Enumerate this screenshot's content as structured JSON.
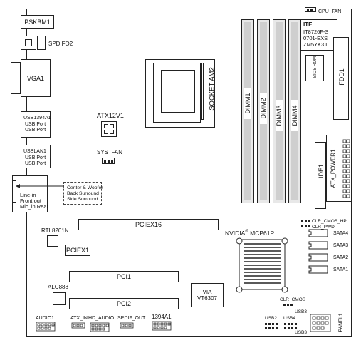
{
  "board": {
    "cpu_fan": "CPU_FAN",
    "pskbm": "PSKBM1",
    "spdif_o": "SPDIFO2",
    "vga": "VGA1",
    "usb1394": {
      "name": "USB1394A1",
      "lines": [
        "USB Port",
        "USB Port"
      ]
    },
    "usblan": {
      "name": "USBLAN1",
      "lines": [
        "USB Port",
        "USB Port"
      ]
    },
    "audio_jack": {
      "lines": [
        "Line-in",
        "Front out",
        "Mic_in Rear"
      ]
    },
    "audio_callout": [
      "Center & Woofer",
      "Back Surround",
      "Side Surround"
    ],
    "socket": "SOCKET AM2",
    "atx12v": "ATX12V1",
    "sys_fan": "SYS_FAN",
    "dimms": [
      "DIMM1",
      "DIMM2",
      "DIMM3",
      "DIMM4"
    ],
    "ite_chip": [
      "ITE",
      "IT8726F-S",
      "0701-EXS",
      "ZM5YK3 L"
    ],
    "bios_rom": "BIOS ROM",
    "fdd": "FDD1",
    "ide": "IDE1",
    "atx_power": "ATX_POWER1",
    "clr_cmos_hp": "CLR_CMOS_HP",
    "clr_pwd": "CLR_PWD",
    "sata": [
      "SATA4",
      "SATA3",
      "SATA2",
      "SATA1"
    ],
    "rtl": "RTL8201N",
    "pciex16": "PCIEX16",
    "pciex1": "PCIEX1",
    "pci1": "PCI1",
    "pci2": "PCI2",
    "nvidia_brand": "NVIDIA",
    "nvidia_reg": "®",
    "nvidia_chip": "MCP61P",
    "alc": "ALC888",
    "via_chip": [
      "VIA",
      "VT6307"
    ],
    "clr_cmos": "CLR_CMOS",
    "bottom": {
      "audio1": "AUDIO1",
      "atx_in": "ATX_IN",
      "hd_audio": "HD_AUDIO",
      "spdif_out": "SPDIF_OUT",
      "ieee1394": "1394A1",
      "usb2": "USB2",
      "usb4": "USB4",
      "usb3": "USB3",
      "panel": "PANEL1"
    }
  }
}
